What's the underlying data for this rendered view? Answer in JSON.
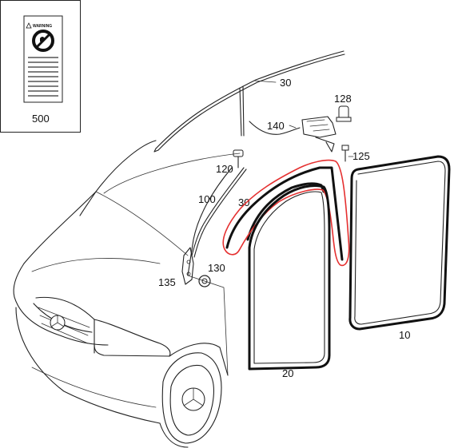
{
  "diagram": {
    "inset_label": {
      "part_number": "500",
      "warning_text": "WARNING"
    },
    "callouts": {
      "p30_top": "30",
      "p128": "128",
      "p140": "140",
      "p125": "125",
      "p120": "120",
      "p100": "100",
      "p30_mid": "30",
      "p130": "130",
      "p135": "135",
      "p10": "10",
      "p20": "20"
    },
    "colors": {
      "highlight": "#e53030",
      "line": "#222222"
    }
  }
}
